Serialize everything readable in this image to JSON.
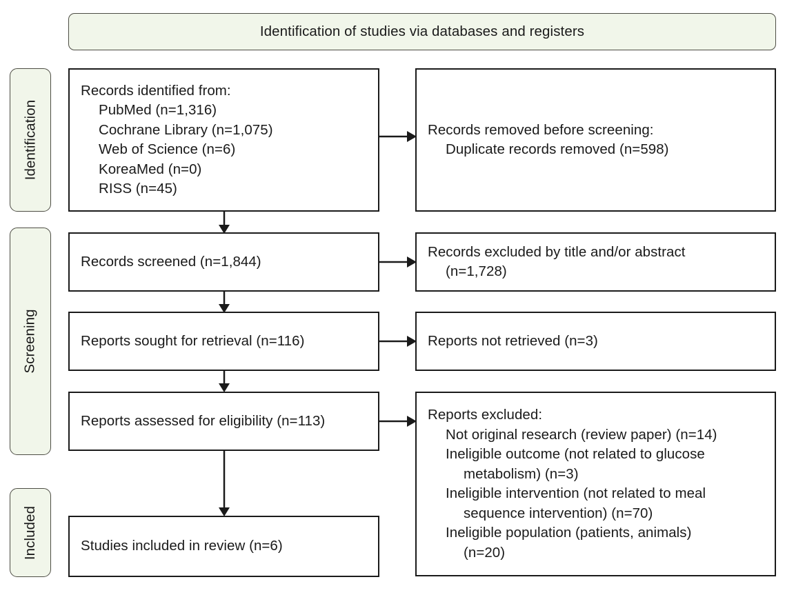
{
  "banner": {
    "title": "Identification of studies via databases and registers"
  },
  "phases": [
    {
      "name": "identification",
      "label": "Identification"
    },
    {
      "name": "screening",
      "label": "Screening"
    },
    {
      "name": "included",
      "label": "Included"
    }
  ],
  "boxes": {
    "records_identified": {
      "lines": [
        {
          "text": "Records identified from:",
          "indent": 0
        },
        {
          "text": "PubMed (n=1,316)",
          "indent": 1
        },
        {
          "text": "Cochrane Library (n=1,075)",
          "indent": 1
        },
        {
          "text": "Web of Science (n=6)",
          "indent": 1
        },
        {
          "text": "KoreaMed (n=0)",
          "indent": 1
        },
        {
          "text": "RISS (n=45)",
          "indent": 1
        }
      ]
    },
    "records_removed": {
      "lines": [
        {
          "text": "Records removed before screening:",
          "indent": 0
        },
        {
          "text": "Duplicate records removed (n=598)",
          "indent": 1
        }
      ]
    },
    "records_screened": {
      "lines": [
        {
          "text": "Records screened (n=1,844)",
          "indent": 0
        }
      ]
    },
    "records_excluded": {
      "lines": [
        {
          "text": "Records excluded by title and/or abstract",
          "indent": 0
        },
        {
          "text": "(n=1,728)",
          "indent": 1
        }
      ]
    },
    "reports_sought": {
      "lines": [
        {
          "text": "Reports sought for retrieval (n=116)",
          "indent": 0
        }
      ]
    },
    "reports_not_retrieved": {
      "lines": [
        {
          "text": "Reports not retrieved (n=3)",
          "indent": 0
        }
      ]
    },
    "reports_assessed": {
      "lines": [
        {
          "text": "Reports assessed for eligibility (n=113)",
          "indent": 0
        }
      ]
    },
    "reports_excluded": {
      "lines": [
        {
          "text": "Reports excluded:",
          "indent": 0
        },
        {
          "text": "Not original research (review paper) (n=14)",
          "indent": 1
        },
        {
          "text": "Ineligible outcome (not related to glucose",
          "indent": 1
        },
        {
          "text": "metabolism) (n=3)",
          "indent": 2
        },
        {
          "text": "Ineligible intervention (not related to meal",
          "indent": 1
        },
        {
          "text": "sequence intervention) (n=70)",
          "indent": 2
        },
        {
          "text": "Ineligible population (patients, animals)",
          "indent": 1
        },
        {
          "text": "(n=20)",
          "indent": 2
        }
      ]
    },
    "studies_included": {
      "lines": [
        {
          "text": "Studies included in review (n=6)",
          "indent": 0
        }
      ]
    }
  },
  "colors": {
    "banner_fill": "#f1f6ea",
    "banner_border": "#4c4c43",
    "box_border": "#1a1a1a",
    "text": "#1a1a1a",
    "arrow": "#1a1a1a",
    "background": "#ffffff"
  },
  "flow": {
    "type": "prisma-flow",
    "counts": {
      "pubmed": 1316,
      "cochrane_library": 1075,
      "web_of_science": 6,
      "koreamed": 0,
      "riss": 45,
      "duplicates_removed": 598,
      "records_screened": 1844,
      "records_excluded_title_abstract": 1728,
      "reports_sought": 116,
      "reports_not_retrieved": 3,
      "reports_assessed": 113,
      "excluded_not_original_research": 14,
      "excluded_ineligible_outcome": 3,
      "excluded_ineligible_intervention": 70,
      "excluded_ineligible_population": 20,
      "studies_included": 6
    }
  }
}
